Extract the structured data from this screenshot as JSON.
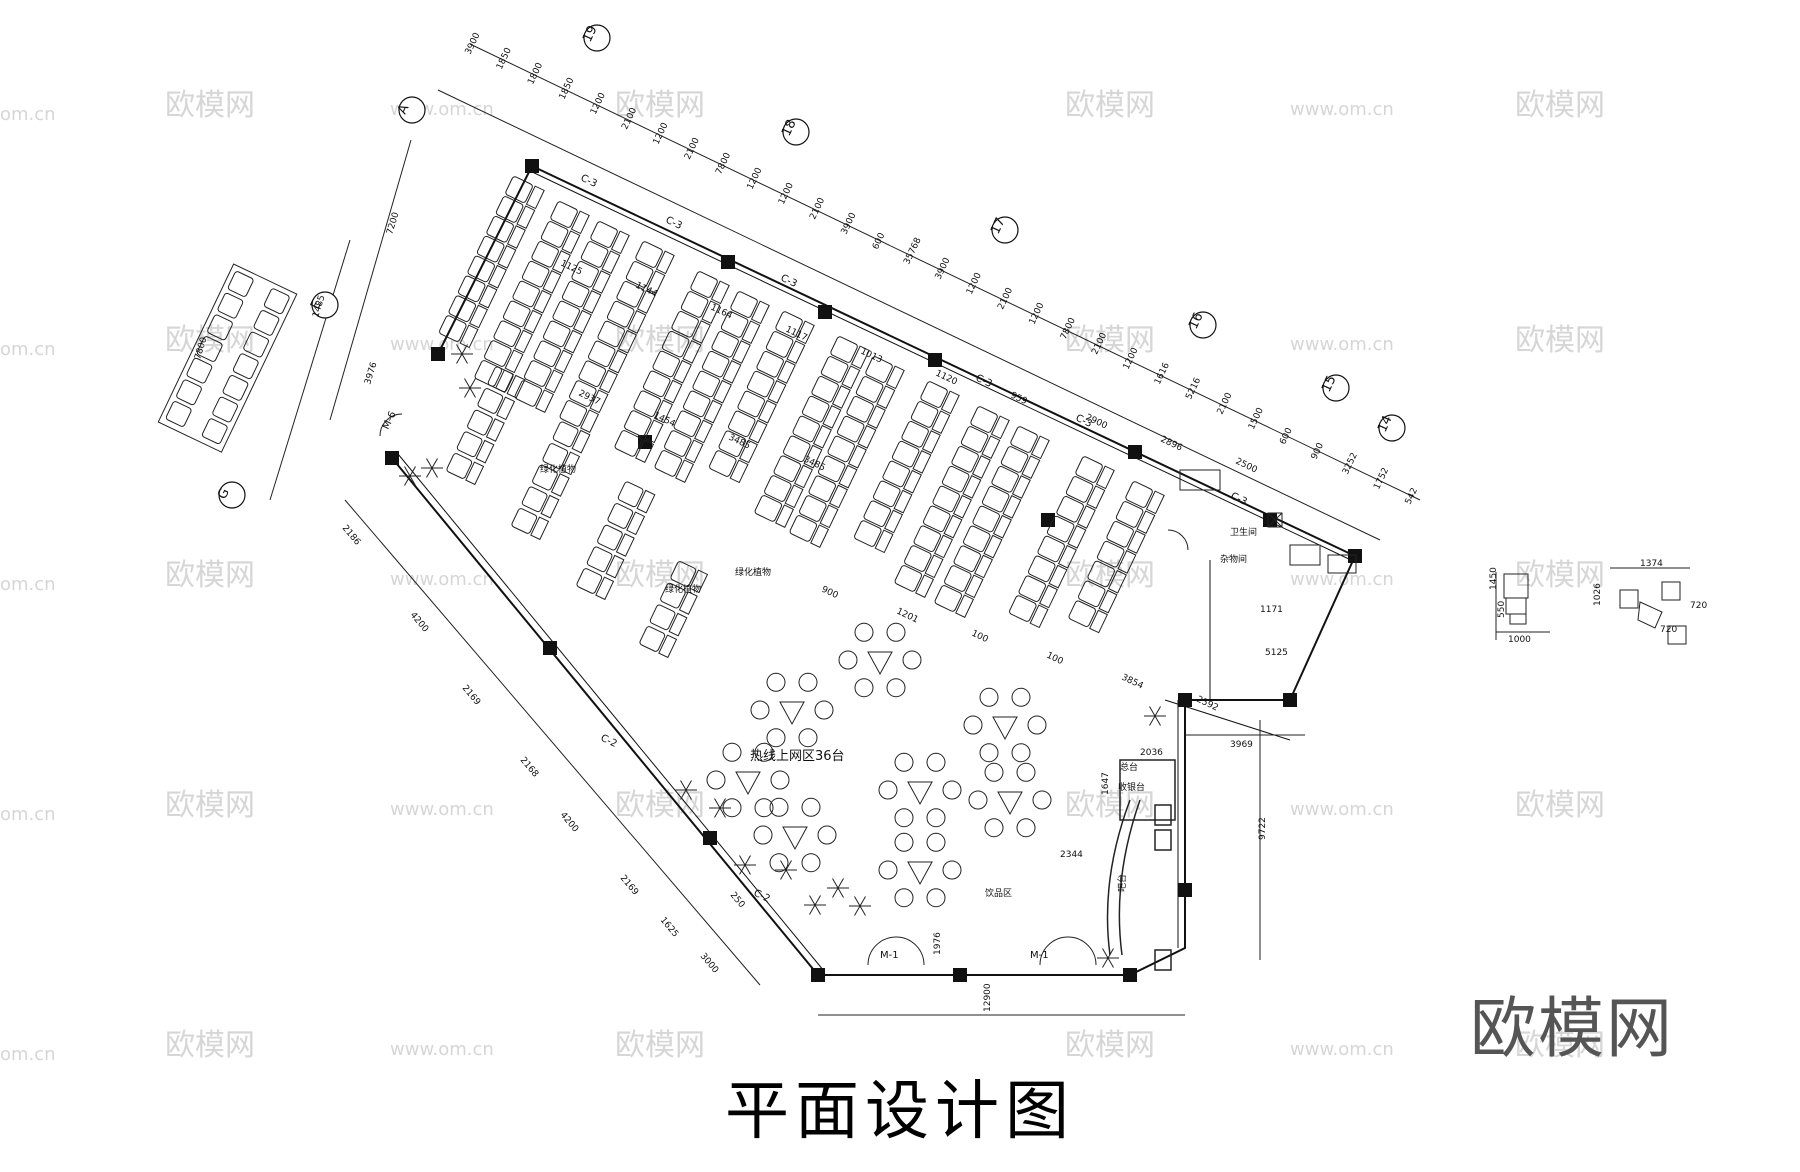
{
  "title": "平面设计图",
  "logo": "欧模网",
  "watermarks": {
    "brand": "欧模网",
    "url": "www.om.cn",
    "url_partial": "om.cn"
  },
  "grid_bubbles": [
    "A",
    "E",
    "G",
    "19",
    "18",
    "17",
    "16",
    "15",
    "14"
  ],
  "top_dimensions": [
    "3900",
    "1850",
    "1800",
    "1850",
    "1200",
    "2100",
    "1200",
    "2100",
    "7800",
    "1200",
    "1200",
    "2100",
    "3900",
    "600",
    "35768",
    "3900",
    "1200",
    "2100",
    "1200",
    "7800",
    "2100",
    "1200",
    "1616",
    "5216",
    "2100",
    "1500",
    "600",
    "900",
    "3252",
    "1752",
    "542"
  ],
  "left_dimensions": [
    "7200",
    "1485",
    "3976",
    "7800",
    "2186",
    "4200",
    "2169",
    "2168",
    "4200",
    "2169",
    "1625",
    "3000",
    "250"
  ],
  "bottom_dimensions": [
    "12900",
    "1976",
    "2344",
    "9722",
    "3969",
    "2036",
    "1647"
  ],
  "interior_dimensions": [
    "1125",
    "1144",
    "1164",
    "1117",
    "1013",
    "1120",
    "959",
    "2900",
    "2896",
    "2500",
    "2937",
    "1454",
    "3485",
    "3485",
    "1171",
    "5125",
    "1450",
    "1374",
    "1000",
    "1026",
    "720",
    "720",
    "550",
    "900",
    "1201",
    "100",
    "100",
    "3854",
    "2592"
  ],
  "door_labels": [
    "M-1",
    "M-1",
    "M-6",
    "C-3",
    "C-3",
    "C-3",
    "C-3",
    "C-3",
    "C-2",
    "C-2",
    "C-3"
  ],
  "area_label": "热线上网区36台",
  "small_labels": [
    "绿化植物",
    "绿化植物",
    "绿化植物",
    "卫生间",
    "总台",
    "收银台",
    "吧台",
    "饮品区",
    "杂物间"
  ],
  "colors": {
    "line": "#111111",
    "watermark": "#d6d6d6",
    "logo": "#555555"
  }
}
